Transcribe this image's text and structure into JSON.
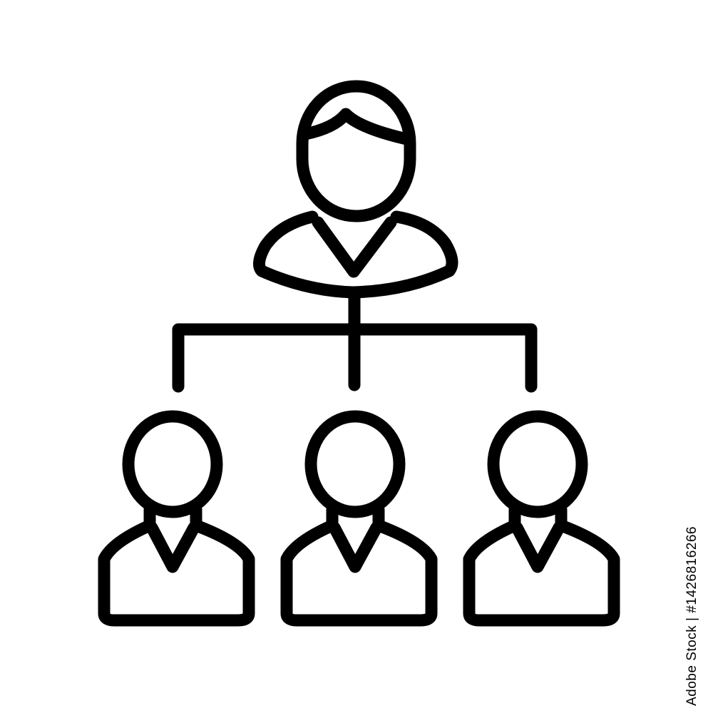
{
  "image": {
    "stock_id_text": "Adobe Stock | #1426816266",
    "watermark_brand": "Adobe Stock",
    "stroke_color": "#000000",
    "background_color": "#ffffff"
  },
  "hierarchy": {
    "top_person": {
      "icon": "manager-person-icon"
    },
    "connector": {
      "icon": "org-connector-lines"
    },
    "bottom_people": [
      {
        "icon": "employee-person-icon"
      },
      {
        "icon": "employee-person-icon"
      },
      {
        "icon": "employee-person-icon"
      }
    ]
  }
}
